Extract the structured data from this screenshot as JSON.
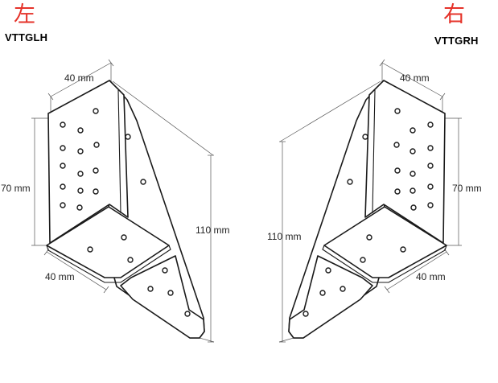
{
  "left": {
    "side_char": "左",
    "model": "VTTGLH",
    "dims": {
      "top_width": "40 mm",
      "height": "70 mm",
      "base": "40 mm",
      "total": "110 mm"
    }
  },
  "right": {
    "side_char": "右",
    "model": "VTTGRH",
    "dims": {
      "top_width": "40 mm",
      "height": "70 mm",
      "base": "40 mm",
      "total": "110 mm"
    }
  },
  "colors": {
    "side_char": "#e5332a",
    "ink": "#1a1a1a",
    "dimension": "#555555"
  }
}
